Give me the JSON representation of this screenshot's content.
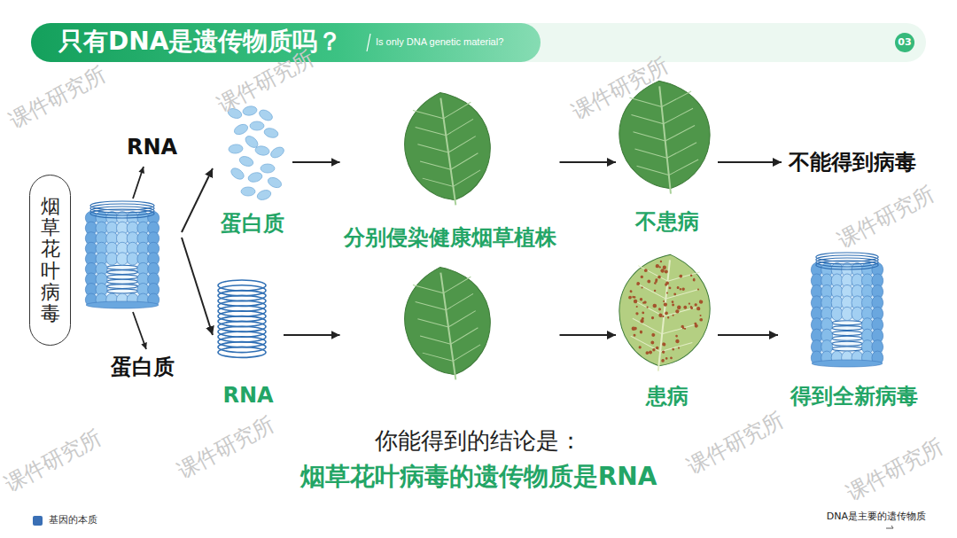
{
  "diagram": {
    "title": "只有DNA是遗传物质吗？",
    "nodes": [
      {
        "text": [
          "烟草花叶病毒"
        ]
      },
      {
        "text": [
          "RNA",
          "蛋白质"
        ]
      },
      {
        "text": [
          "蛋白质"
        ]
      },
      {
        "text": [
          "RNA"
        ]
      },
      {
        "text": [
          "分别侵染健康烟草植株"
        ]
      },
      {
        "text": [
          "不患病"
        ]
      },
      {
        "text": [
          "患病"
        ]
      },
      {
        "text": [
          "不能得到病毒"
        ]
      },
      {
        "text": [
          "得到全新病毒"
        ]
      }
    ],
    "edges": [
      {
        "from": 1,
        "to": 2,
        "arrow": "to"
      },
      {
        "from": 1,
        "to": 3,
        "arrow": "to"
      },
      {
        "from": 2,
        "to": 4,
        "arrow": "to"
      },
      {
        "from": 3,
        "to": 4,
        "arrow": "to"
      },
      {
        "from": 4,
        "to": 5,
        "arrow": "to"
      },
      {
        "from": 4,
        "to": 6,
        "arrow": "to"
      },
      {
        "from": 5,
        "to": 7,
        "arrow": "to"
      },
      {
        "from": 6,
        "to": 8,
        "arrow": "to"
      }
    ],
    "labels": [
      "Is only DNA genetic material?",
      "03",
      "你能得到的结论是：",
      "烟草花叶病毒的遗传物质是RNA",
      "基因的本质",
      "DNA是主要的遗传物质",
      "课件研究所",
      "课件研究所",
      "课件研究所",
      "课件研究所",
      "课件研究所",
      "课件研究所",
      "课件研究所",
      "课件研究所"
    ]
  }
}
